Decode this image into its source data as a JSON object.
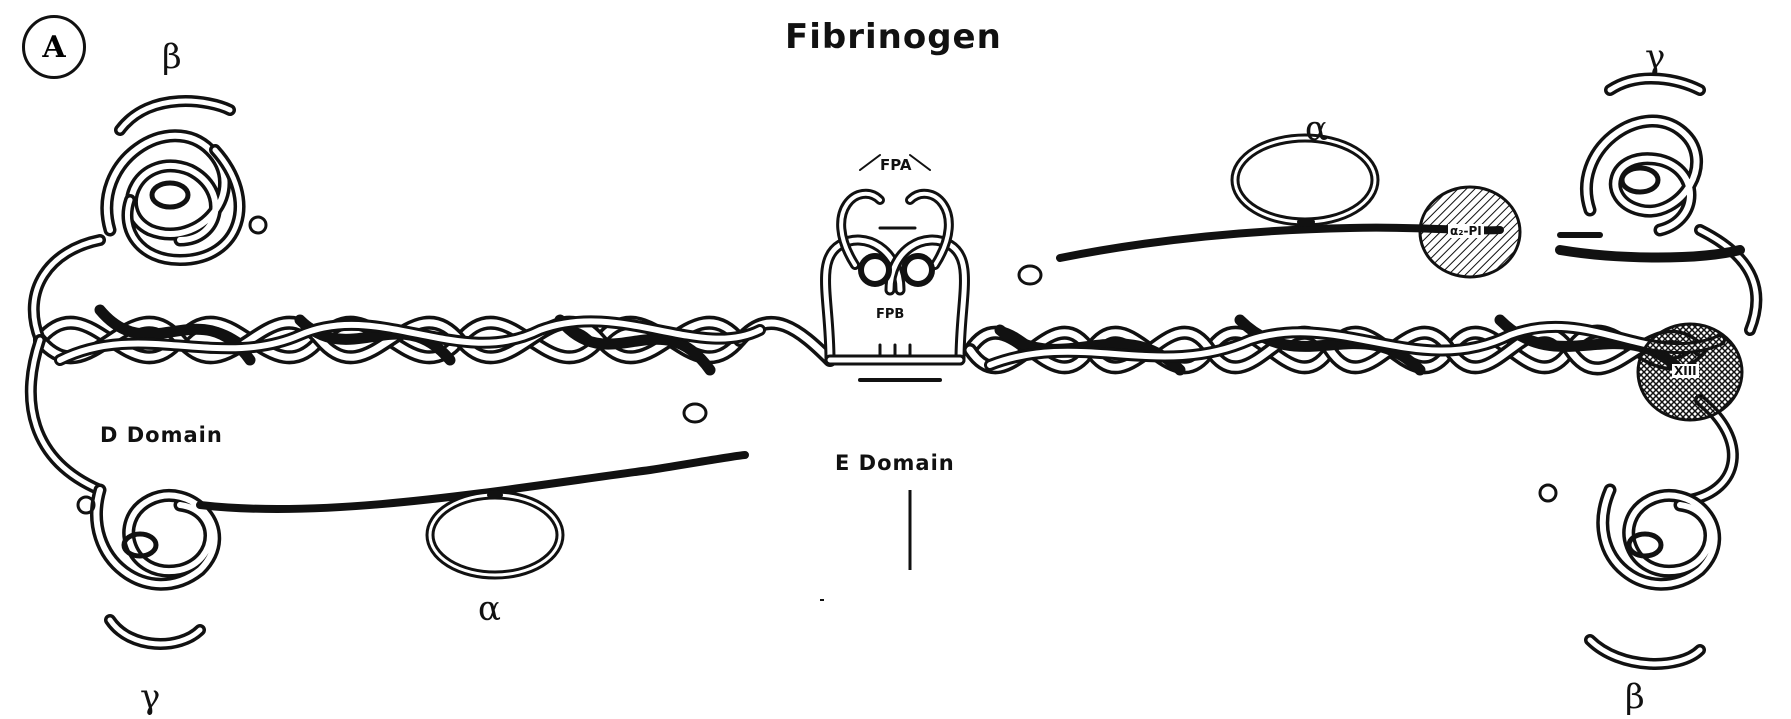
{
  "panel_label": "A",
  "title": "Fibrinogen",
  "labels": {
    "beta_top_left": "β",
    "gamma_top_right": "γ",
    "alpha_top_right": "α",
    "gamma_bottom_left": "γ",
    "alpha_bottom_left": "α",
    "beta_bottom_right": "β",
    "fpa": "FPA",
    "fpb": "FPB",
    "alpha2_pi": "α₂-PI",
    "xiii": "XIII",
    "d_domain": "D Domain",
    "e_domain": "E Domain"
  },
  "colors": {
    "ink": "#111111",
    "background": "#ffffff"
  }
}
